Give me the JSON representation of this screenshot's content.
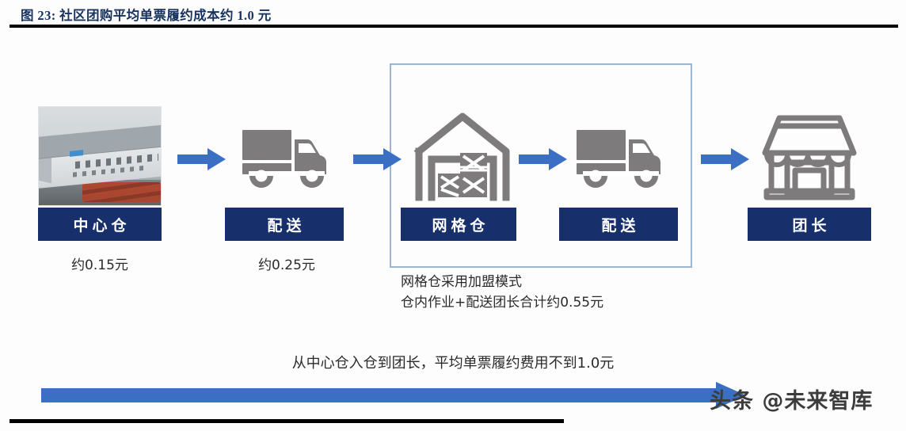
{
  "figure": {
    "title": "图 23: 社区团购平均单票履约成本约 1.0 元"
  },
  "flow": {
    "stages": [
      {
        "id": "center-warehouse",
        "label": "中心仓",
        "cost": "约0.15元",
        "icon": "warehouse-photo"
      },
      {
        "id": "delivery-1",
        "label": "配送",
        "cost": "约0.25元",
        "icon": "truck-icon"
      },
      {
        "id": "grid-warehouse",
        "label": "网格仓",
        "cost": "",
        "icon": "warehouse-icon"
      },
      {
        "id": "delivery-2",
        "label": "配送",
        "cost": "",
        "icon": "truck-icon"
      },
      {
        "id": "group-leader",
        "label": "团长",
        "cost": "",
        "icon": "storefront-icon"
      }
    ],
    "arrows": [
      {
        "id": "arrow-1",
        "icon": "arrow-right-icon"
      },
      {
        "id": "arrow-2",
        "icon": "arrow-right-icon"
      },
      {
        "id": "arrow-3",
        "icon": "arrow-right-icon"
      },
      {
        "id": "arrow-4",
        "icon": "arrow-right-icon"
      }
    ]
  },
  "grid_group": {
    "note_line_1": "网格仓采用加盟模式",
    "note_line_2": "仓内作业+配送团长合计约0.55元"
  },
  "summary": {
    "text": "从中心仓入仓到团长，平均单票履约费用不到1.0元"
  },
  "watermark": {
    "text": "头条 @未来智库"
  },
  "colors": {
    "label_box_navy": "#17306b",
    "arrow_blue": "#3a6fc4",
    "group_box_border": "#9eb4cd",
    "icon_grey": "#7d7b7b",
    "title_navy": "#18335f",
    "rule_black": "#000000"
  }
}
